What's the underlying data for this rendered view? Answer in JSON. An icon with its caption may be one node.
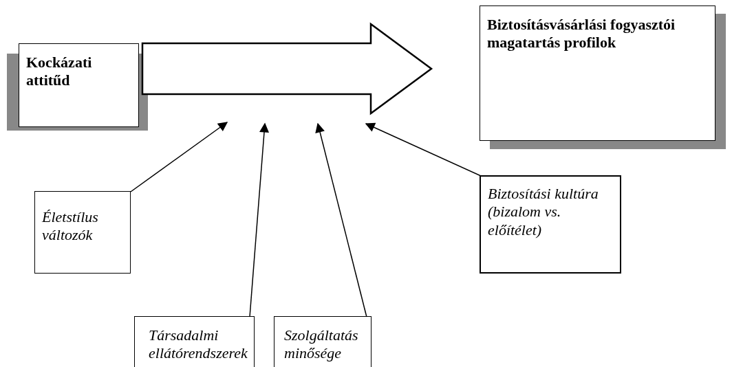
{
  "diagram": {
    "nodes": [
      {
        "text": [
          "Kockázati attitűd"
        ]
      },
      {
        "text": [
          "Biztosításvásárlási fogyasztói magatartás profilok"
        ]
      },
      {
        "text": [
          "Életstílus változók"
        ]
      },
      {
        "text": [
          "Társadalmi ellátórendszerek"
        ]
      },
      {
        "text": [
          "Szolgáltatás minősége"
        ]
      },
      {
        "text": [
          "Biztosítási kultúra (bizalom vs. előítélet)"
        ]
      }
    ],
    "edges": [
      {
        "from": 0,
        "to": 1,
        "arrow": "to",
        "style": "thick"
      },
      {
        "from": 2,
        "to": null,
        "arrow": "to"
      },
      {
        "from": 3,
        "to": null,
        "arrow": "to"
      },
      {
        "from": 4,
        "to": null,
        "arrow": "to"
      },
      {
        "from": 5,
        "to": null,
        "arrow": "to"
      }
    ]
  }
}
